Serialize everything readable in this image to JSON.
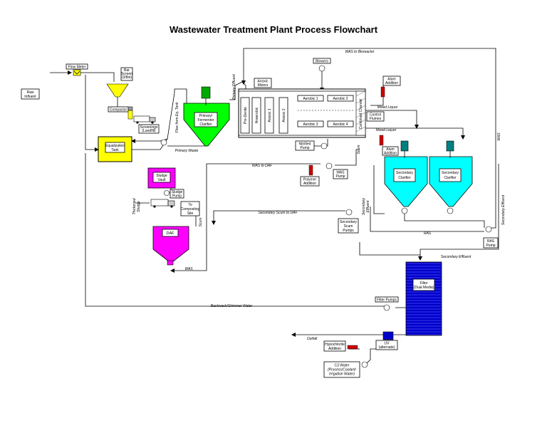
{
  "title": "Wastewater Treatment Plant Process Flowchart",
  "units": {
    "raw_influent": [
      "Raw",
      "Influent"
    ],
    "flow_meter": "Flow Meter",
    "bar_screen": [
      "Bar",
      "Screen",
      "(3/8in)"
    ],
    "compactor": "Compactor",
    "screenings": [
      "Screenings",
      "(Landfill)"
    ],
    "equalization_tank": [
      "Equalization",
      "Tank"
    ],
    "primary_clarifier": [
      "Primary/",
      "Fermenter",
      "Clarifier"
    ],
    "thickened_sludge_vault": [
      "Sludge",
      "Vault"
    ],
    "sludge_pump": [
      "Sludge",
      "Pump"
    ],
    "composting_site": [
      "To",
      "Composting",
      "Site"
    ],
    "daf": "DAF",
    "blowers": "Blowers",
    "anoxic_mixers": [
      "Anoxic",
      "Mixers"
    ],
    "alum_addition_top": [
      "Alum",
      "Addition"
    ],
    "alum_addition_mid": [
      "Alum",
      "Addition"
    ],
    "pre_denitrification": "Pre-Denite",
    "anaerobic": "Anaerobic",
    "anoxic_1": "Anoxic 1",
    "anoxic_2": "Anoxic 2",
    "aerobic_1": "Aerobic 1",
    "aerobic_2": "Aerobic 2",
    "aerobic_3": "Aerobic 3",
    "aerobic_4": "Aerobic 4",
    "nitrified_pump": [
      "Nitrified",
      "Pump"
    ],
    "control_flumes": [
      "Control",
      "Flumes"
    ],
    "secondary_clarifier_1": [
      "Secondary",
      "Clarifier"
    ],
    "secondary_clarifier_2": [
      "Secondary",
      "Clarifier"
    ],
    "polymer_addition": [
      "Polymer",
      "Addition"
    ],
    "was_pump": [
      "WAS",
      "Pump"
    ],
    "secondary_scum_pumps": [
      "Secondary",
      "Scum",
      "Pumps"
    ],
    "ras_pump": [
      "RAS",
      "Pump"
    ],
    "filter": [
      "Filter",
      "(Dual Media)"
    ],
    "filter_pumps": "Filter Pumps",
    "hypochlorite": [
      "Hypochlorite",
      "Addition"
    ],
    "uv": [
      "UV",
      "(alternate)"
    ],
    "c3_water": [
      "C3 Water",
      "(Process/Coolant/",
      "Irrigation Water)"
    ],
    "combined_channel": "Combined Channel"
  },
  "flow_labels": {
    "was_to_bioreactor": "WAS to Bioreactor",
    "from_eq_tank": "Flow from Eq. Tank",
    "primary_effluent": "Primary Effluent",
    "primary_waste": "Primary Waste",
    "mixed_liquor_1": "Mixed Liquor",
    "mixed_liquor_2": "Mixed Liquor",
    "was_to_daf": "WAS to DAF",
    "scum": "Scum",
    "was_right": "WAS",
    "secondary_effluent_left": [
      "Secondary",
      "Effluent"
    ],
    "secondary_effluent_right": "Secondary Effluent",
    "secondary_scum_daf": "Secondary Scum to DAF",
    "ras": "RAS",
    "secondary_effluent_bottom": "Secondary Effluent",
    "thickened_sludge": [
      "Thickened",
      "Sludge"
    ],
    "scum_daf": "Scum",
    "was_bottom": "WAS",
    "backwash": "Backwash/Skimmer Water",
    "outfall": "Outfall"
  },
  "colors": {
    "yellow": "#ffff00",
    "green": "#00ff00",
    "magenta": "#ff00ff",
    "cyan": "#00ffff",
    "blue": "#0000cc",
    "red": "#cc0000",
    "dark_green": "#00aa00",
    "teal": "#008080"
  }
}
